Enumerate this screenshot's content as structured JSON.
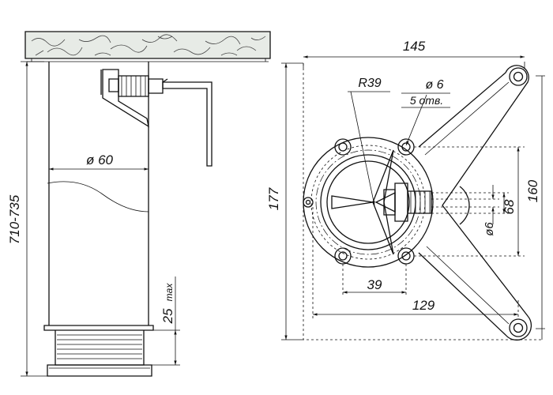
{
  "dimensions": {
    "height_range": "710-735",
    "diameter_60": "ø 60",
    "thread_25": "25",
    "thread_max": "max",
    "plate_width": "145",
    "plate_height": "177",
    "radius": "R39",
    "hole_diameter": "ø 6",
    "hole_count": "5 отв.",
    "hole_span_vertical": "160",
    "hole_span_68": "68",
    "bolt_diameter": "ø6",
    "hole_span_39": "39",
    "hole_span_129": "129"
  },
  "colors": {
    "line": "#111111",
    "wood_fill": "#e7ebe6",
    "background": "#ffffff"
  }
}
